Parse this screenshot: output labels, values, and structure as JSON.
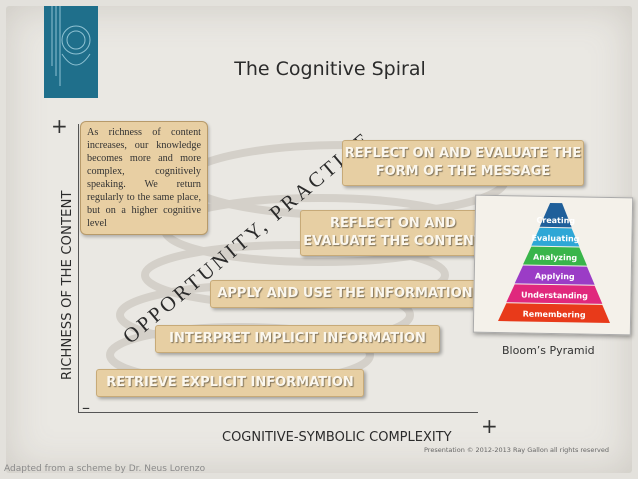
{
  "slide": {
    "title": "The Cognitive Spiral",
    "y_axis_label": "RICHNESS OF THE CONTENT",
    "x_axis_label": "COGNITIVE-SYMBOLIC COMPLEXITY",
    "plus_sign": "+",
    "minus_sign": "–",
    "note_text": "As richness of content increases, our knowledge becomes more and more complex, cognitively speaking. We return regularly to the same place, but on a higher cognitive level",
    "diagonal_text": "OPPORTUNITY, PRACTICE",
    "steps": [
      "RETRIEVE EXPLICIT INFORMATION",
      "INTERPRET IMPLICIT INFORMATION",
      "APPLY AND USE THE INFORMATION",
      "REFLECT ON AND EVALUATE THE CONTENT",
      "REFLECT ON AND EVALUATE THE FORM OF THE MESSAGE"
    ],
    "bloom": {
      "caption": "Bloom’s Pyramid",
      "levels": [
        {
          "label": "Creating",
          "color": "#1f5f9a"
        },
        {
          "label": "Evaluating",
          "color": "#2ea7d6"
        },
        {
          "label": "Analyzing",
          "color": "#39b54a"
        },
        {
          "label": "Applying",
          "color": "#9b3cc6"
        },
        {
          "label": "Understanding",
          "color": "#e0287d"
        },
        {
          "label": "Remembering",
          "color": "#e83a1a"
        }
      ]
    },
    "copyright": "Presentation © 2012-2013 Ray Gallon all rights reserved",
    "credit": "Adapted from a scheme by Dr. Neus Lorenzo"
  }
}
